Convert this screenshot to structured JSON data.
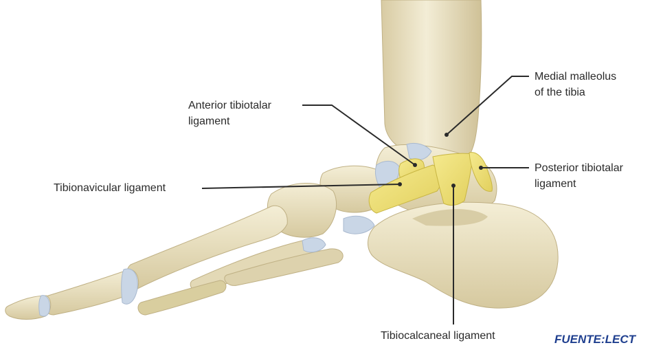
{
  "labels": {
    "anterior_tibiotalar_line1": "Anterior tibiotalar",
    "anterior_tibiotalar_line2": "ligament",
    "medial_malleolus_line1": "Medial malleolus",
    "medial_malleolus_line2": "of the tibia",
    "tibionavicular": "Tibionavicular ligament",
    "posterior_tibiotalar_line1": "Posterior tibiotalar",
    "posterior_tibiotalar_line2": "ligament",
    "tibiocalcaneal": "Tibiocalcaneal ligament"
  },
  "source_text": "FUENTE:LECT",
  "colors": {
    "bone": "#e9e1c4",
    "bone_shadow": "#cdbf96",
    "cartilage": "#c9d6e6",
    "ligament": "#efe27a",
    "ligament_edge": "#c8b542",
    "leader_line": "#2a2a2a",
    "source_text": "#1f3f8f"
  }
}
